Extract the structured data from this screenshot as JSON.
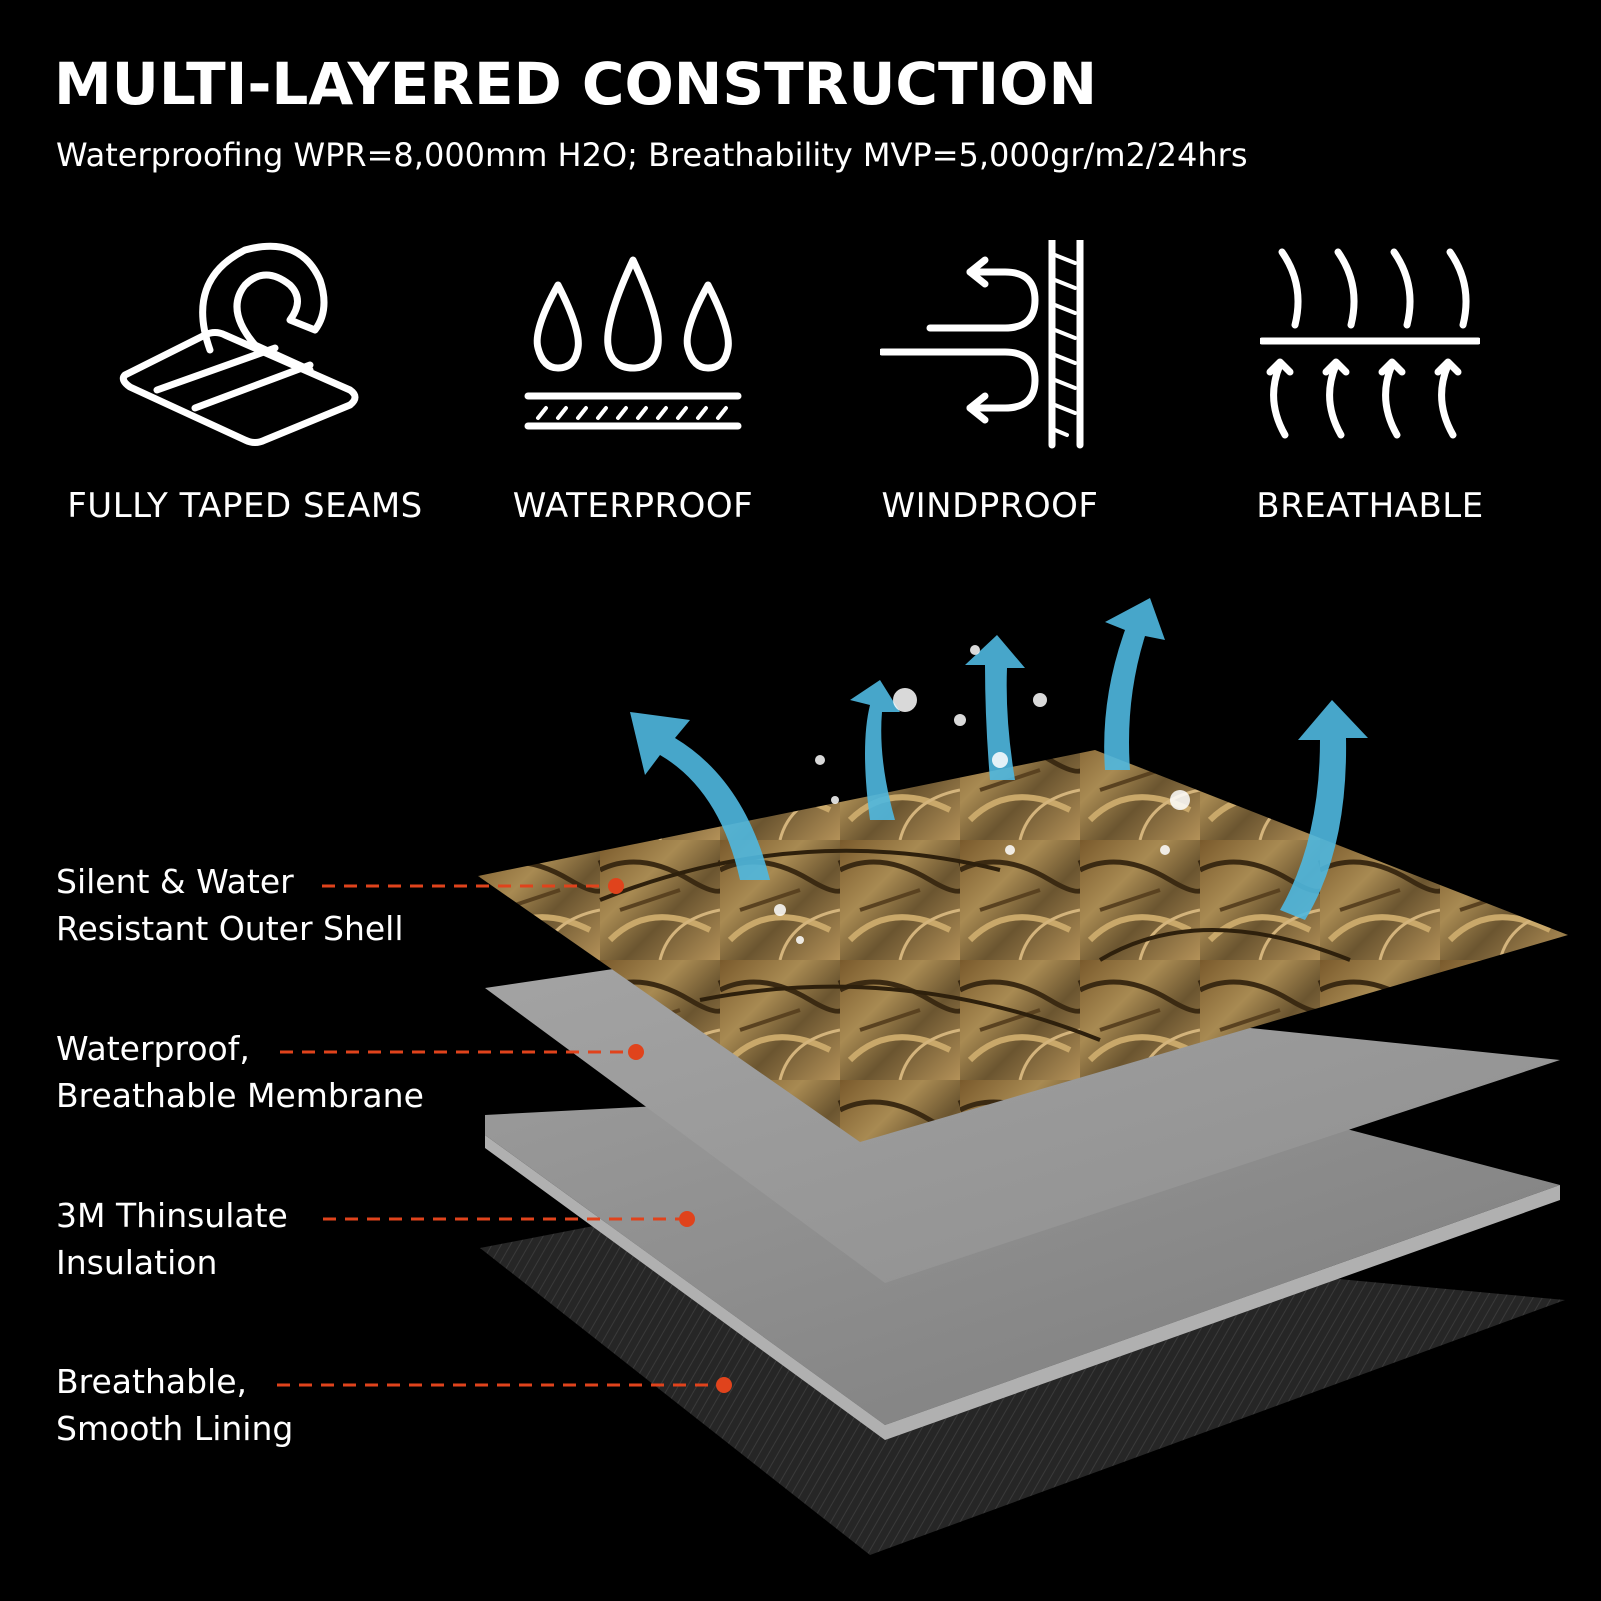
{
  "title": "MULTI-LAYERED CONSTRUCTION",
  "subtitle": "Waterproofing WPR=8,000mm H2O; Breathability MVP=5,000gr/m2/24hrs",
  "features": [
    {
      "label": "FULLY TAPED SEAMS",
      "icon": "taped-seam-icon"
    },
    {
      "label": "WATERPROOF",
      "icon": "water-drops-icon"
    },
    {
      "label": "WINDPROOF",
      "icon": "wind-wall-icon"
    },
    {
      "label": "BREATHABLE",
      "icon": "vapor-arrows-icon"
    }
  ],
  "layers": [
    {
      "line1": "Silent & Water",
      "line2": "Resistant Outer Shell"
    },
    {
      "line1": "Waterproof,",
      "line2": "Breathable Membrane"
    },
    {
      "line1": "3M Thinsulate",
      "line2": "Insulation"
    },
    {
      "line1": "Breathable,",
      "line2": "Smooth Lining"
    }
  ],
  "colors": {
    "background": "#000000",
    "text": "#ffffff",
    "callout_line": "#e0431c",
    "arrow": "#4fb8e0",
    "membrane": "#9a9a9a",
    "insulation": "#8c8c8c",
    "lining": "#2a2a2a",
    "shell_camo": "#8a6d3b"
  }
}
